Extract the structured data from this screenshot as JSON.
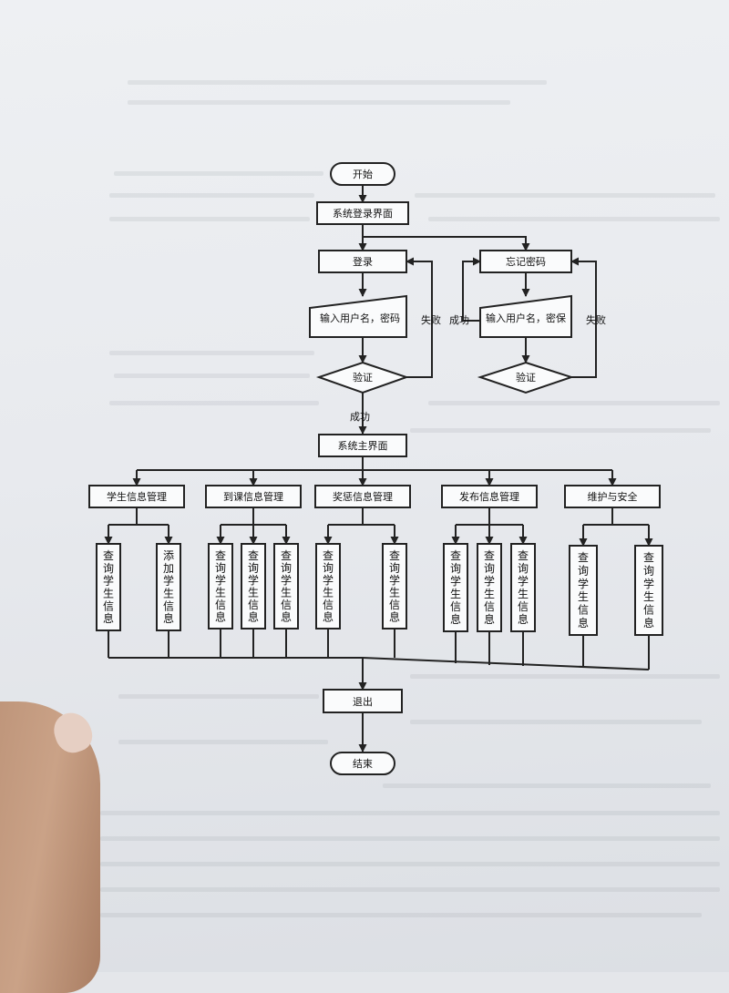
{
  "nodes": {
    "start": "开始",
    "login_page": "系统登录界面",
    "login": "登录",
    "forgot": "忘记密码",
    "input_user_pwd": "输入用户名，密码",
    "input_user_sec": "输入用户名，密保",
    "verify1": "验证",
    "verify2": "验证",
    "main": "系统主界面",
    "m1": "学生信息管理",
    "m2": "到课信息管理",
    "m3": "奖惩信息管理",
    "m4": "发布信息管理",
    "m5": "维护与安全",
    "exit": "退出",
    "end": "结束"
  },
  "leaves": [
    "查询学生信息",
    "添加学生信息",
    "查询学生信息",
    "查询学生信息",
    "查询学生信息",
    "查询学生信息",
    "查询学生信息",
    "查询学生信息",
    "查询学生信息",
    "查询学生信息",
    "查询学生信息",
    "查询学生信息"
  ],
  "edge_labels": {
    "fail1": "失败",
    "success_reset": "成功",
    "fail2": "失败",
    "success_main": "成功"
  }
}
